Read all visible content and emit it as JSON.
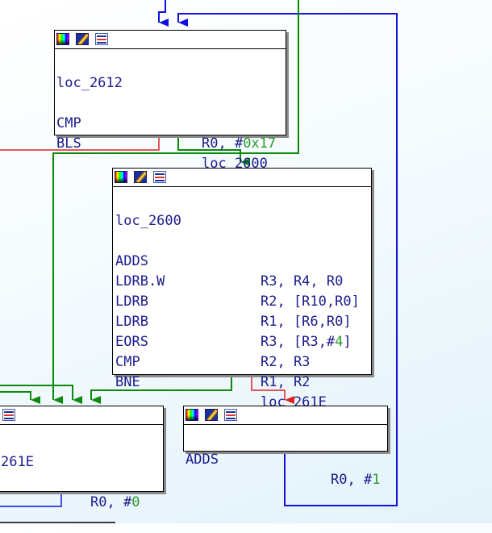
{
  "colors": {
    "edge_unconditional": "#1010e0",
    "edge_taken": "#0a8a0a",
    "edge_fallthrough": "#e02020",
    "code_text": "#1c1c8c",
    "immediate": "#2a9a2a",
    "background": "#eaf6fc"
  },
  "header_icons": [
    "palette-icon",
    "pencil-icon",
    "graph-icon"
  ],
  "nodes": {
    "loc_2612": {
      "label": "loc_2612",
      "lines": [
        {
          "mnemonic": "CMP",
          "operand_pre": "R0, #",
          "operand_num": "0x17",
          "operand_post": ""
        },
        {
          "mnemonic": "BLS",
          "operand_pre": "loc_2600",
          "operand_num": "",
          "operand_post": ""
        }
      ]
    },
    "loc_2600": {
      "label": "loc_2600",
      "lines": [
        {
          "mnemonic": "ADDS",
          "operand_pre": "R3, R4, R0",
          "operand_num": "",
          "operand_post": ""
        },
        {
          "mnemonic": "LDRB.W",
          "operand_pre": "R2, [R10,R0]",
          "operand_num": "",
          "operand_post": ""
        },
        {
          "mnemonic": "LDRB",
          "operand_pre": "R1, [R6,R0]",
          "operand_num": "",
          "operand_post": ""
        },
        {
          "mnemonic": "LDRB",
          "operand_pre": "R3, [R3,#",
          "operand_num": "4",
          "operand_post": "]"
        },
        {
          "mnemonic": "EORS",
          "operand_pre": "R2, R3",
          "operand_num": "",
          "operand_post": ""
        },
        {
          "mnemonic": "CMP",
          "operand_pre": "R1, R2",
          "operand_num": "",
          "operand_post": ""
        },
        {
          "mnemonic": "BNE",
          "operand_pre": "loc_261E",
          "operand_num": "",
          "operand_post": ""
        }
      ]
    },
    "loc_261E": {
      "label_fragment": "261E",
      "operand_pre": "R0, #",
      "operand_num": "0"
    },
    "adds_block": {
      "mnemonic": "ADDS",
      "operand_pre": "R0, #",
      "operand_num": "1"
    }
  }
}
